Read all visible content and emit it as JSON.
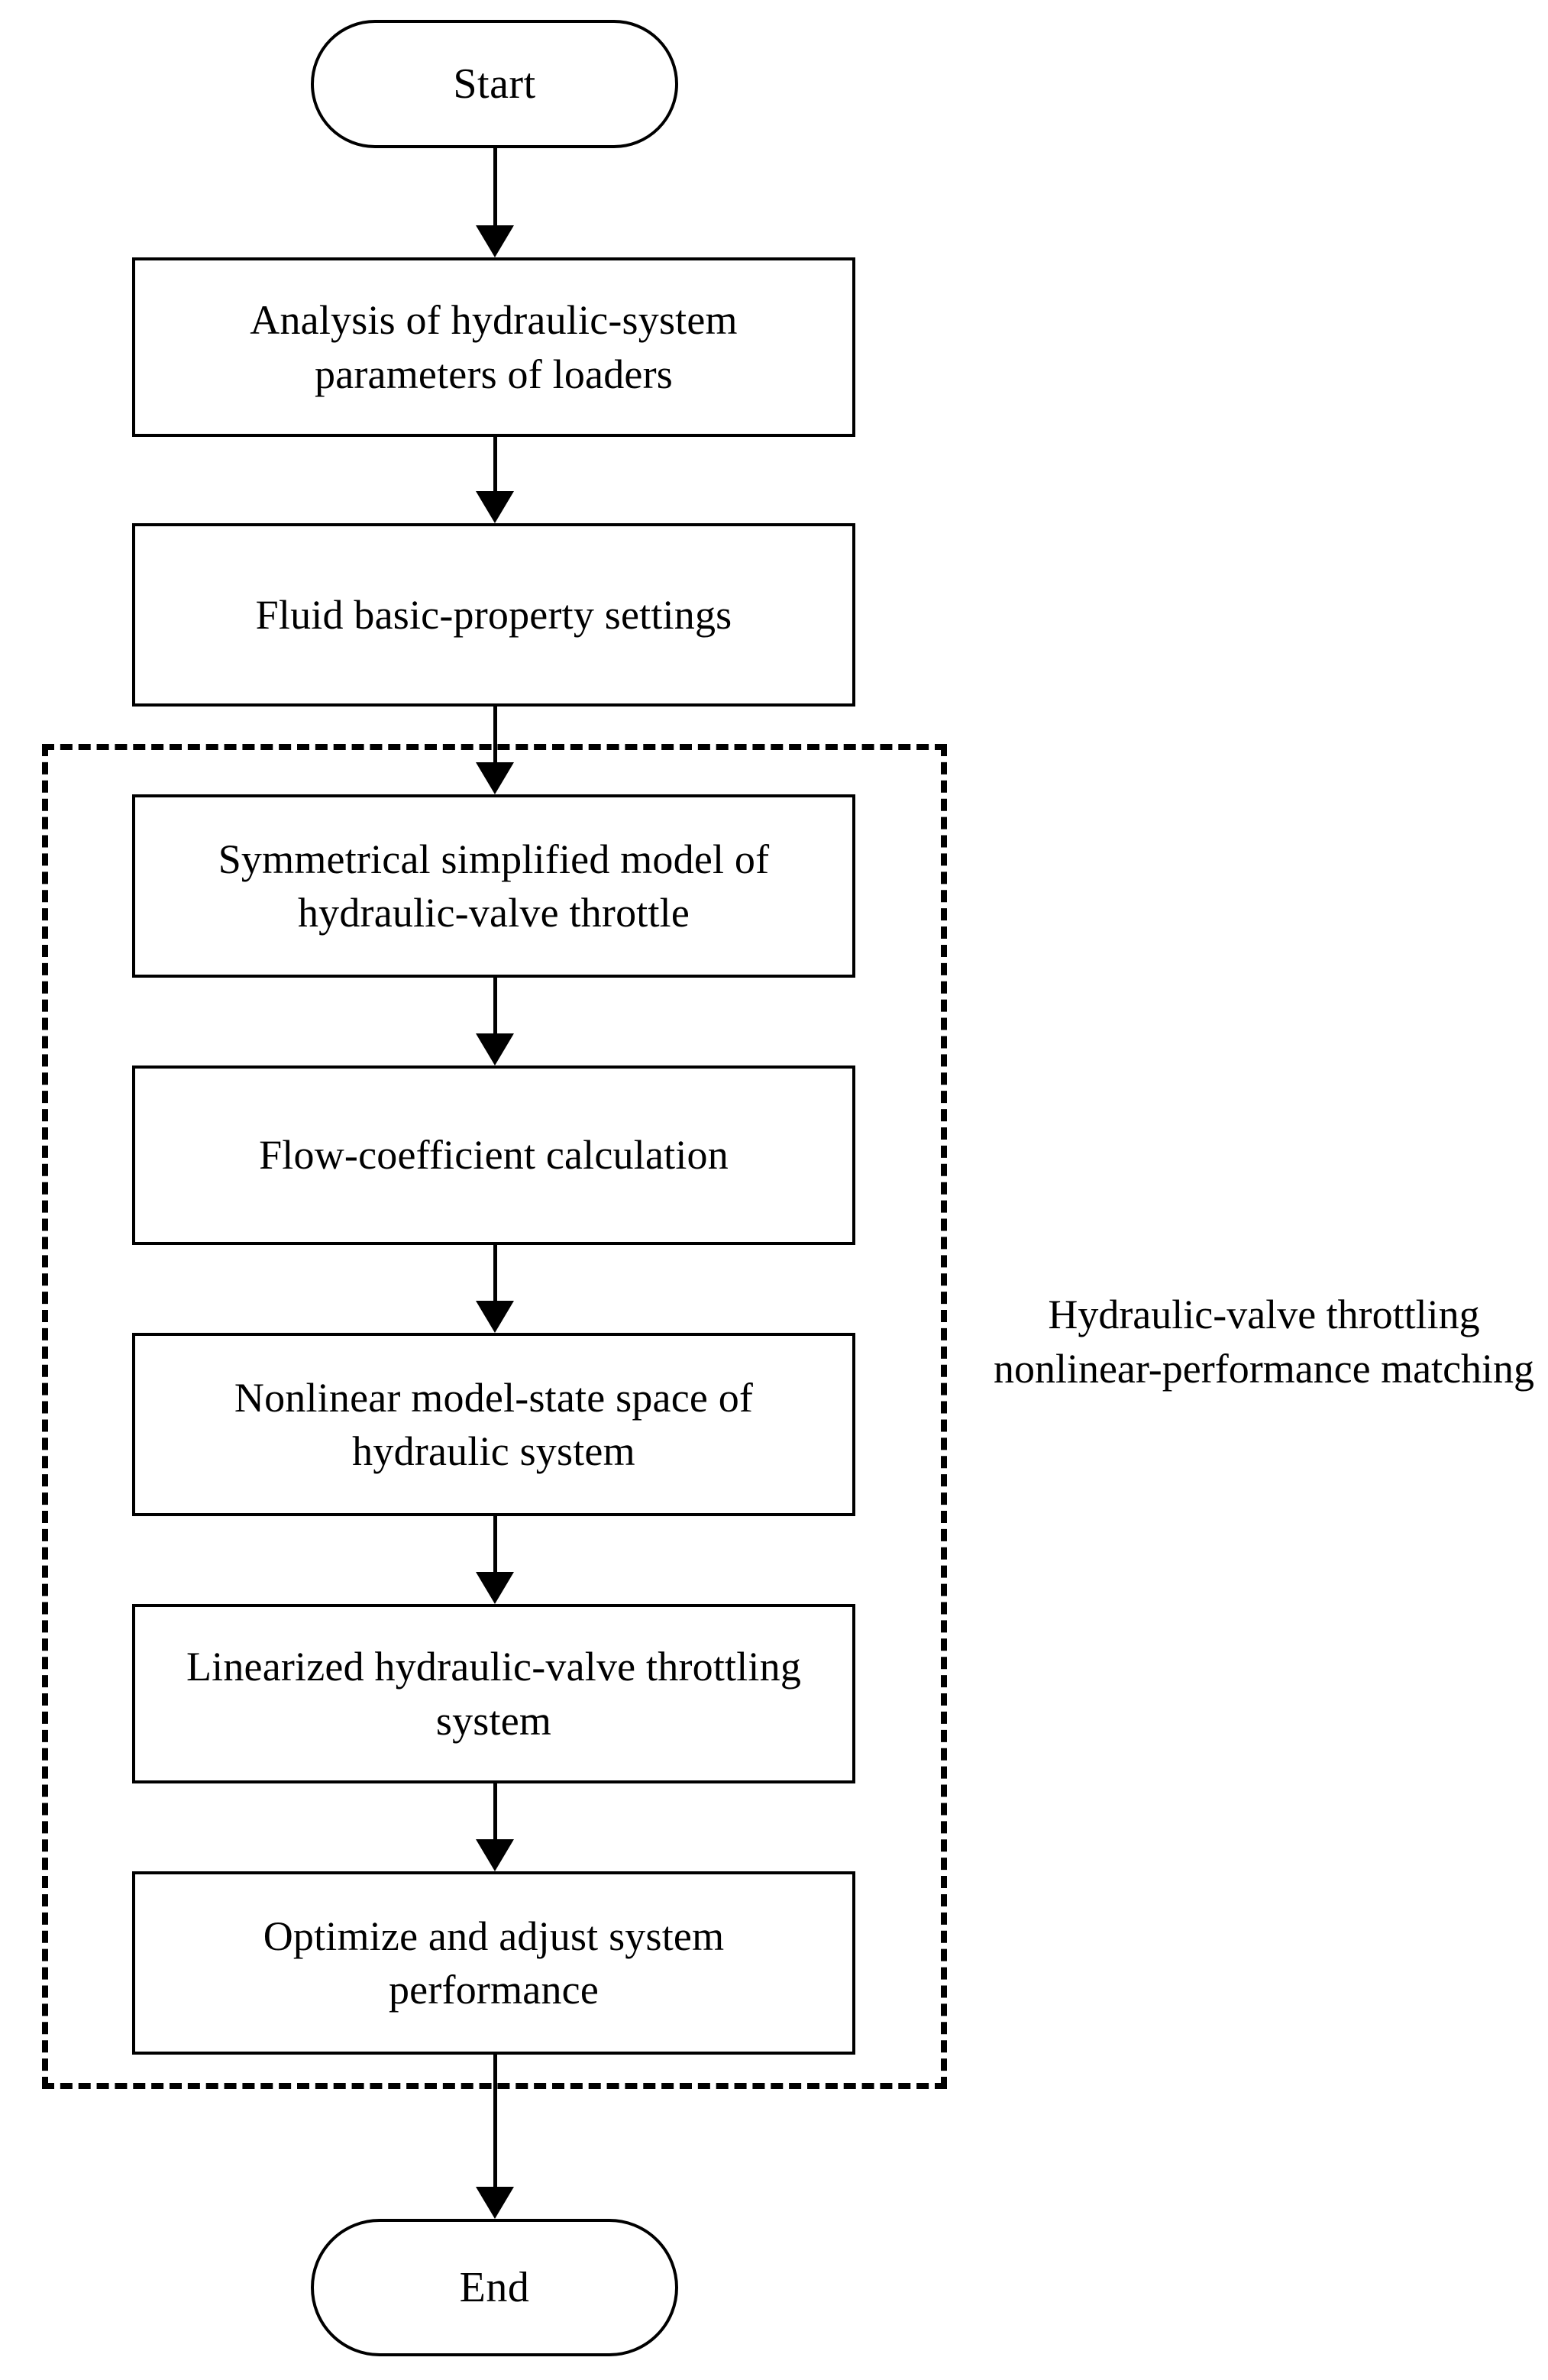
{
  "diagram": {
    "type": "flowchart",
    "orientation": "top-to-bottom",
    "background_color": "#ffffff",
    "line_color": "#000000",
    "nodes": [
      {
        "id": "start",
        "shape": "terminator",
        "label": "Start"
      },
      {
        "id": "analysis",
        "shape": "process",
        "label": "Analysis of hydraulic-system parameters of loaders"
      },
      {
        "id": "fluid",
        "shape": "process",
        "label": "Fluid basic-property settings"
      },
      {
        "id": "symmetrical",
        "shape": "process",
        "label": "Symmetrical simplified model of hydraulic-valve throttle"
      },
      {
        "id": "flowcoef",
        "shape": "process",
        "label": "Flow-coefficient calculation"
      },
      {
        "id": "nonlinear",
        "shape": "process",
        "label": "Nonlinear model-state space of hydraulic system"
      },
      {
        "id": "linearized",
        "shape": "process",
        "label": "Linearized hydraulic-valve throttling system"
      },
      {
        "id": "optimize",
        "shape": "process",
        "label": "Optimize and adjust system performance"
      },
      {
        "id": "end",
        "shape": "terminator",
        "label": "End"
      }
    ],
    "group": {
      "style": "dashed",
      "caption": "Hydraulic-valve throttling nonlinear-performance matching",
      "members": [
        "symmetrical",
        "flowcoef",
        "nonlinear",
        "linearized",
        "optimize"
      ]
    },
    "edges": [
      {
        "from": "start",
        "to": "analysis",
        "arrow": "filled-triangle"
      },
      {
        "from": "analysis",
        "to": "fluid",
        "arrow": "filled-triangle"
      },
      {
        "from": "fluid",
        "to": "symmetrical",
        "arrow": "filled-triangle"
      },
      {
        "from": "symmetrical",
        "to": "flowcoef",
        "arrow": "filled-triangle"
      },
      {
        "from": "flowcoef",
        "to": "nonlinear",
        "arrow": "filled-triangle"
      },
      {
        "from": "nonlinear",
        "to": "linearized",
        "arrow": "filled-triangle"
      },
      {
        "from": "linearized",
        "to": "optimize",
        "arrow": "filled-triangle"
      },
      {
        "from": "optimize",
        "to": "end",
        "arrow": "filled-triangle"
      }
    ]
  }
}
